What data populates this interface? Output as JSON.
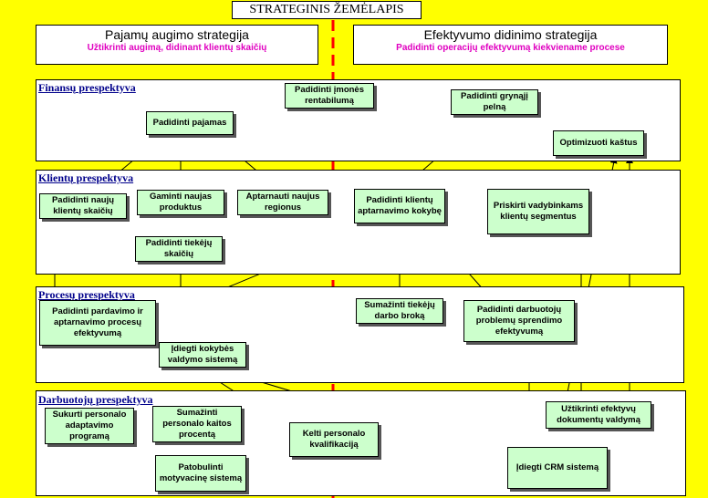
{
  "title": "STRATEGINIS ŽEMĖLAPIS",
  "strategies": {
    "left": {
      "heading": "Pajamų augimo strategija",
      "subtitle": "Užtikrinti augimą, didinant klientų skaičių"
    },
    "right": {
      "heading": "Efektyvumo didinimo strategija",
      "subtitle": "Padidinti operacijų efektyvumą kiekviename procese"
    }
  },
  "perspectives": {
    "finance": "Finansų prespektyva",
    "clients": "Klientų prespektyva",
    "processes": "Procesų prespektyva",
    "employees": "Darbuotojų prespektyva"
  },
  "nodes": {
    "profitability": "Padidinti įmonės rentabilumą",
    "net_profit": "Padidinti grynąjį pelną",
    "revenue": "Padidinti pajamas",
    "optimize_costs": "Optimizuoti kaštus",
    "new_clients": "Padidinti naujų klientų skaičių",
    "new_products": "Gaminti naujas produktus",
    "new_regions": "Aptarnauti naujus regionus",
    "service_quality": "Padidinti klientų aptarnavimo kokybę",
    "client_managers": "Priskirti vadybinkams klientų segmentus",
    "suppliers": "Padidinti tiekėjų skaičių",
    "sales_efficiency": "Padidinti pardavimo ir aptarnavimo procesų efektyvumą",
    "supplier_defects": "Sumažinti tiekėjų darbo broką",
    "problem_solving": "Padidinti darbuotojų problemų sprendimo efektyvumą",
    "quality_system": "Įdiegti kokybės valdymo sistemą",
    "adaptation": "Sukurti personalo adaptavimo programą",
    "turnover": "Sumažinti personalo kaitos procentą",
    "qualification": "Kelti personalo kvalifikaciją",
    "doc_management": "Užtikrinti efektyvų dokumentų valdymą",
    "motivation": "Patobulinti motyvacinę sistemą",
    "crm": "Įdiegti CRM sistemą"
  },
  "colors": {
    "background": "#FFFF00",
    "node_fill": "#CCFFCC",
    "perspective_label": "#00008B",
    "divider": "#FF0000",
    "subtitle": "#E000C0"
  }
}
